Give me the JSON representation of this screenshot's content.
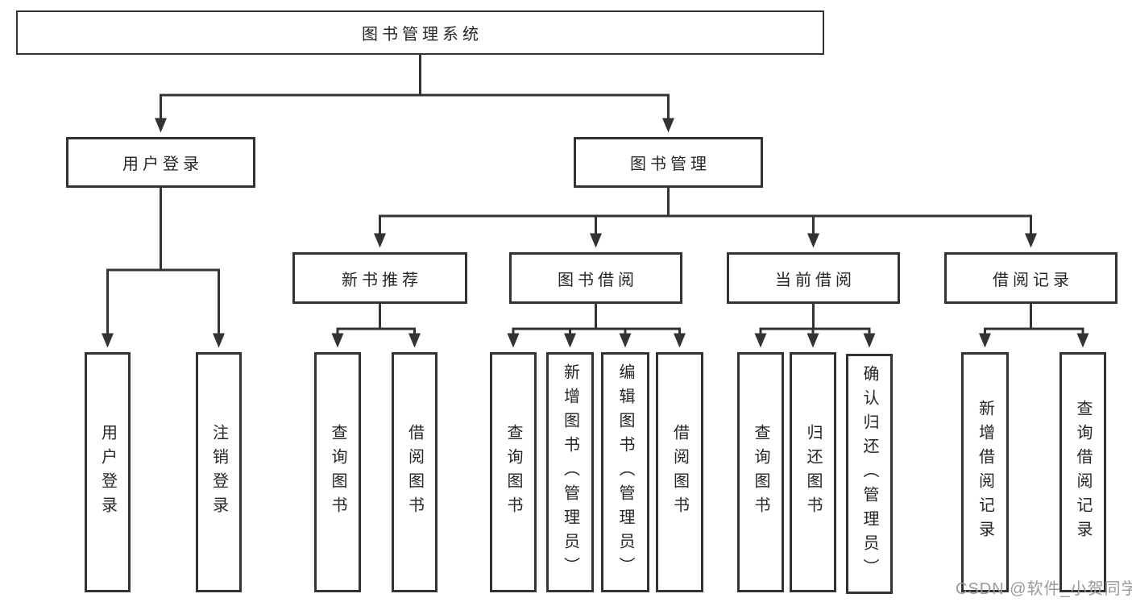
{
  "diagram": {
    "root": "图书管理系统",
    "branches": [
      {
        "label": "用户登录",
        "children": [
          "用户登录",
          "注销登录"
        ]
      },
      {
        "label": "图书管理",
        "children": [
          {
            "label": "新书推荐",
            "children": [
              "查询图书",
              "借阅图书"
            ]
          },
          {
            "label": "图书借阅",
            "children": [
              "查询图书",
              "新增图书（管理员）",
              "编辑图书（管理员）",
              "借阅图书"
            ]
          },
          {
            "label": "当前借阅",
            "children": [
              "查询图书",
              "归还图书",
              "确认归还（管理员）"
            ]
          },
          {
            "label": "借阅记录",
            "children": [
              "新增借阅记录",
              "查询借阅记录"
            ]
          }
        ]
      }
    ],
    "watermark": "CSDN @软件_小贺同学",
    "colors": {
      "line": "#333333",
      "text": "#262626",
      "watermark": "#9a9a9a",
      "background": "#ffffff"
    }
  }
}
